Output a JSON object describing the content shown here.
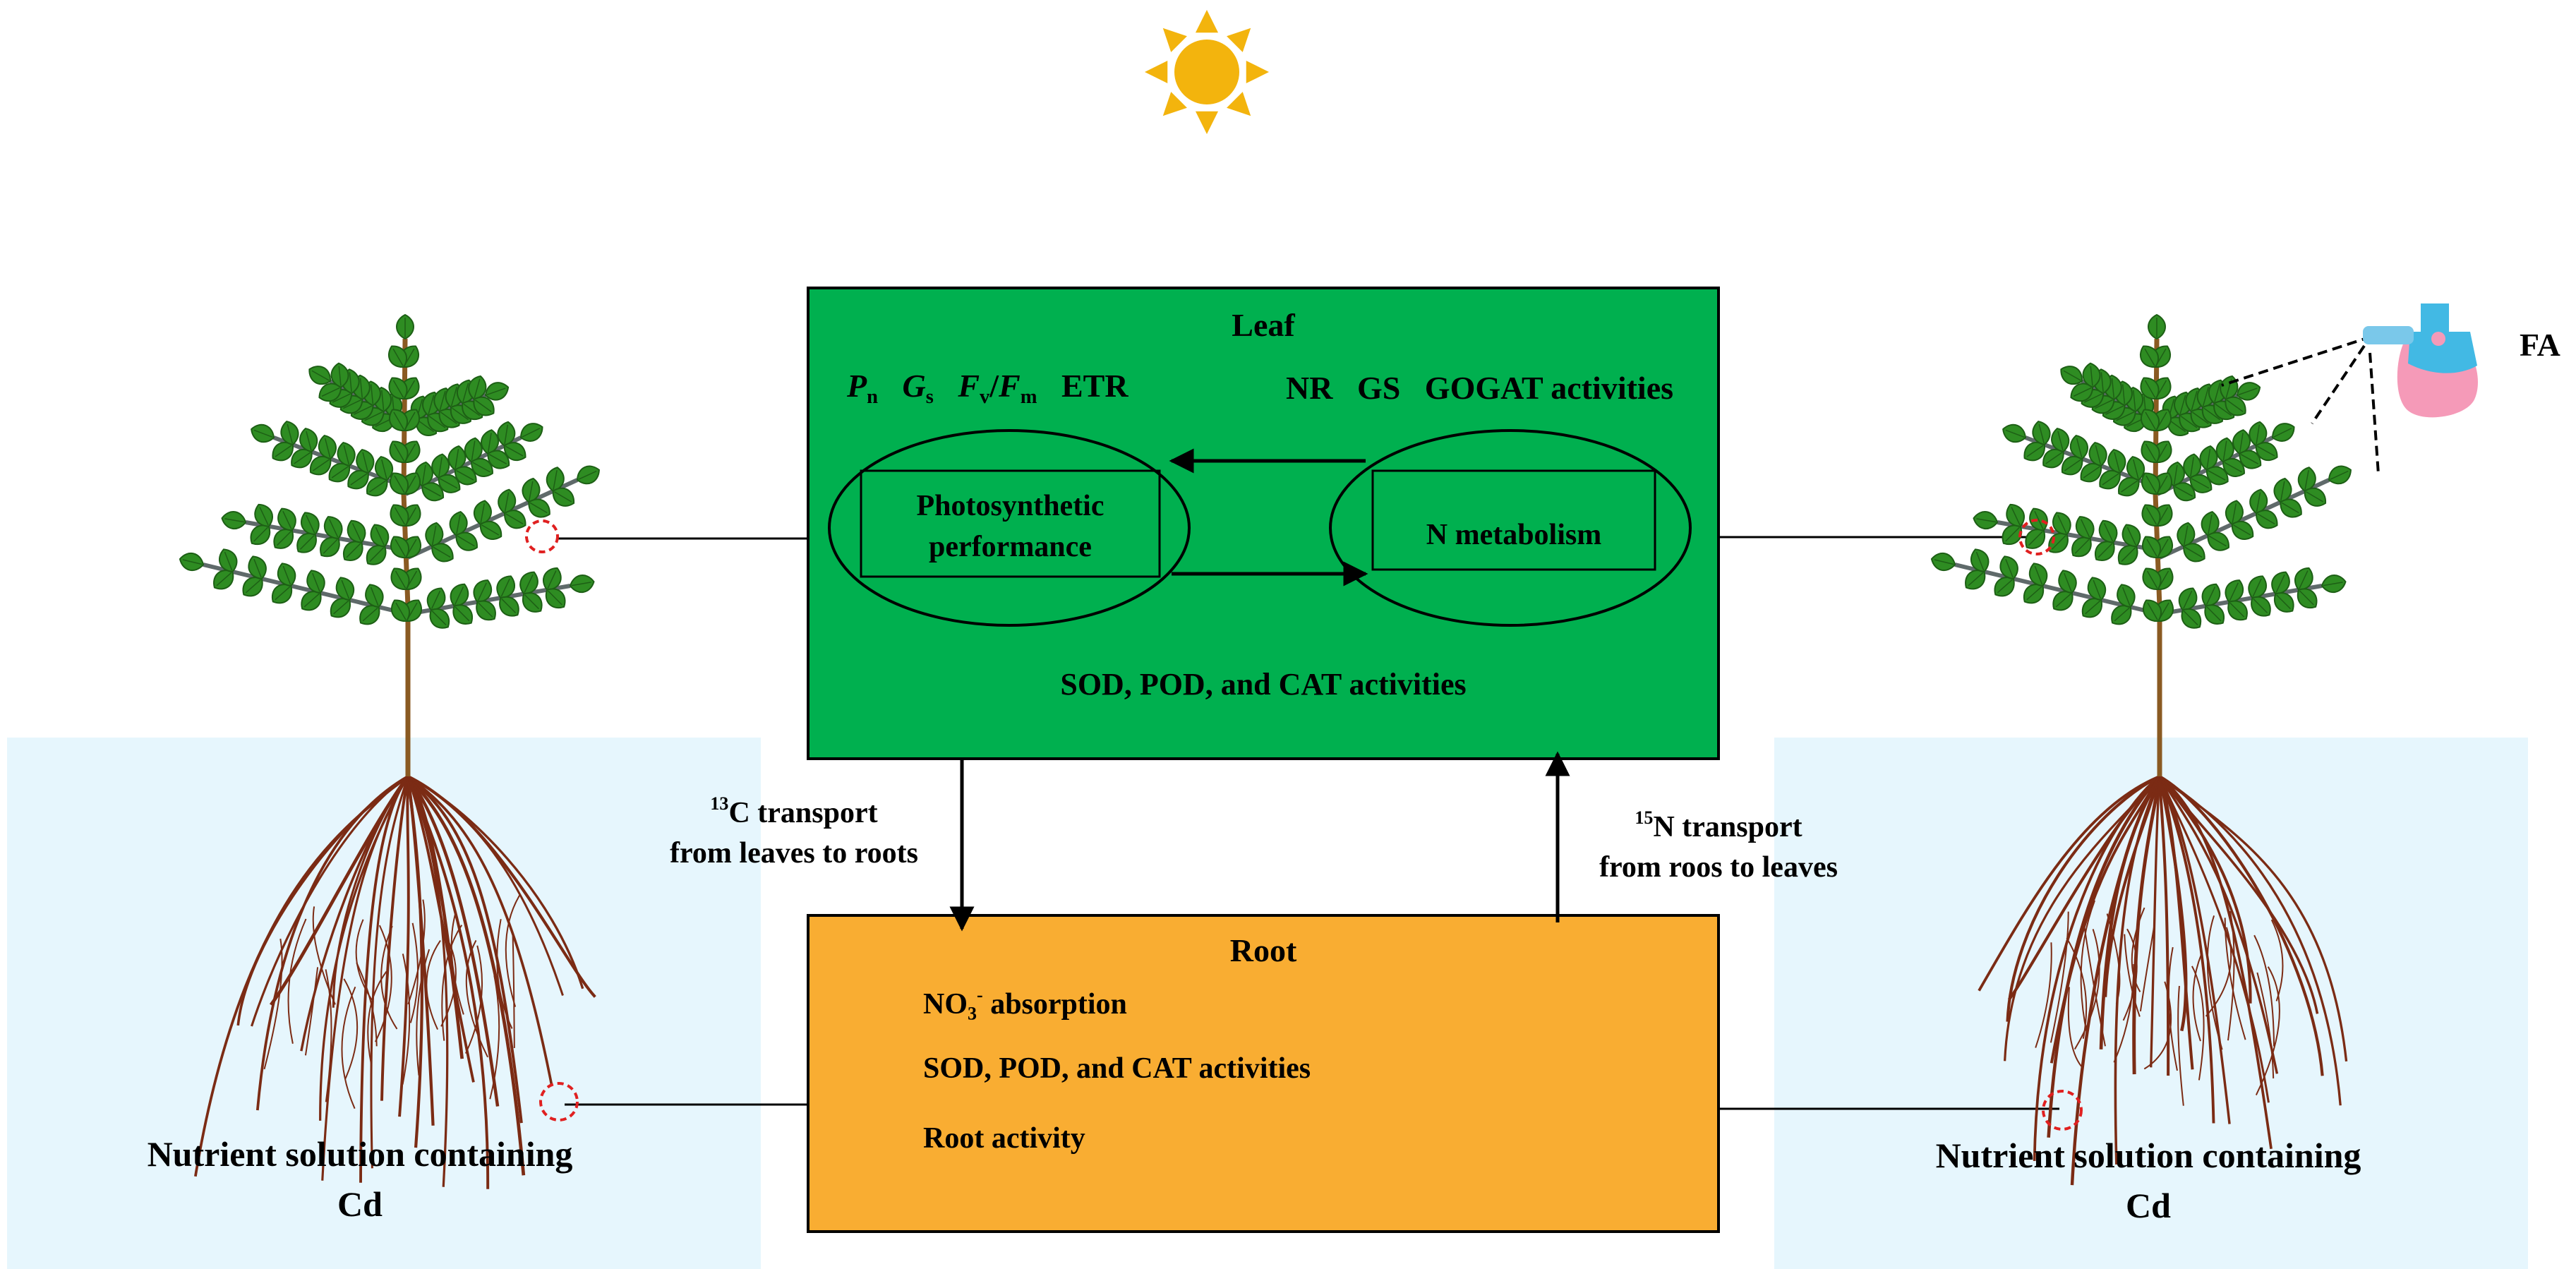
{
  "leaf": {
    "title": "Leaf",
    "params": {
      "pn_base": "P",
      "pn_sub": "n",
      "gs_base": "G",
      "gs_sub": "s",
      "fv_base": "F",
      "fv_sub": "v",
      "slash": "/",
      "fm_base": "F",
      "fm_sub": "m",
      "etr": "ETR"
    },
    "enzymes": "NR   GS   GOGAT activities",
    "photo_line1": "Photosynthetic",
    "photo_line2": "performance",
    "n_metabolism": "N metabolism",
    "antioxidants": "SOD, POD, and CAT activities"
  },
  "root": {
    "title": "Root",
    "no3_base": "NO",
    "no3_sub": "3",
    "no3_sup": "-",
    "no3_rest": " absorption",
    "antioxidants": "SOD, POD, and CAT activities",
    "activity": "Root activity"
  },
  "transport_c": {
    "sup": "13",
    "line1": "C transport",
    "line2": "from leaves to roots"
  },
  "transport_n": {
    "sup": "15",
    "line1": "N transport",
    "line2": "from roos to leaves"
  },
  "left_solution": {
    "line1": "Nutrient solution containing",
    "line2": "Cd"
  },
  "right_solution": {
    "line1": "Nutrient solution containing",
    "line2": "Cd"
  },
  "fa_label": "FA",
  "colors": {
    "leaf_box": "#00b04f",
    "root_box": "#f9ad32",
    "solution": "#e6f6fd",
    "sun": "#f3b40d",
    "root_line": "#7b2b14",
    "leaves": "#2e8c22",
    "branch": "#5f6a6a",
    "marker": "#e02020",
    "sprayer_pink": "#f59ab8",
    "sprayer_blue": "#42b9e4"
  }
}
